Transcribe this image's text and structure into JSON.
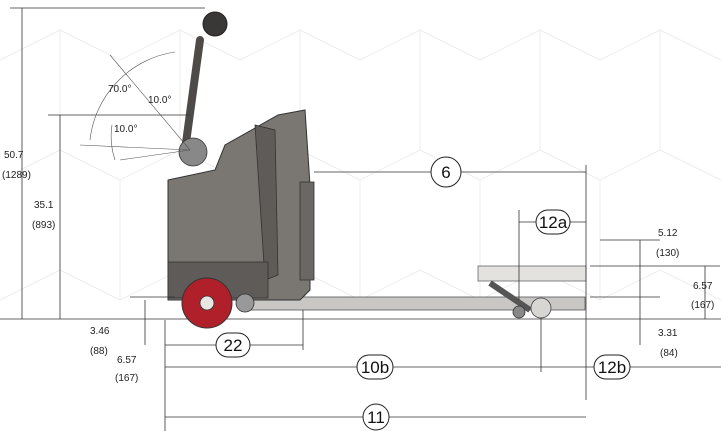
{
  "dimensions": {
    "overall_height": {
      "inch": "50.7",
      "mm": "(1289)"
    },
    "handle_pivot_height": {
      "inch": "35.1",
      "mm": "(893)"
    },
    "angle_upper": "70.0°",
    "angle_mid": "10.0°",
    "angle_lower": "10.0°",
    "fork_top_raised": {
      "inch": "5.12",
      "mm": "(130)"
    },
    "fork_lift_height": {
      "inch": "6.57",
      "mm": "(167)"
    },
    "fork_lowered": {
      "inch": "3.31",
      "mm": "(84)"
    },
    "ground_clearance": {
      "inch": "3.46",
      "mm": "(88)"
    },
    "drive_wheel_offset": {
      "inch": "6.57",
      "mm": "(167)"
    }
  },
  "callouts": {
    "fork_length": "6",
    "fork_tip": "12a",
    "wheelbase_front": "22",
    "load_wheel_span": "10b",
    "fork_end": "12b",
    "overall_length": "11"
  },
  "colors": {
    "body": "#7a7672",
    "body_dark": "#4d4a47",
    "wheel": "#b0202a",
    "fork": "#c9c7c4",
    "line": "#333333",
    "background_pattern": "#ececec"
  }
}
